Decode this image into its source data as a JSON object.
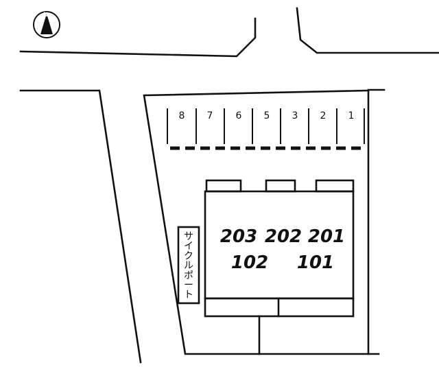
{
  "compass": {
    "symbol": "N",
    "icon": "north-arrow-icon"
  },
  "parking": {
    "slots": [
      "8",
      "7",
      "6",
      "5",
      "3",
      "2",
      "1"
    ]
  },
  "building": {
    "units_upper": [
      "203",
      "202",
      "201"
    ],
    "units_lower": [
      "102",
      "101"
    ]
  },
  "cycle_port": {
    "label": "サイクルポート"
  }
}
